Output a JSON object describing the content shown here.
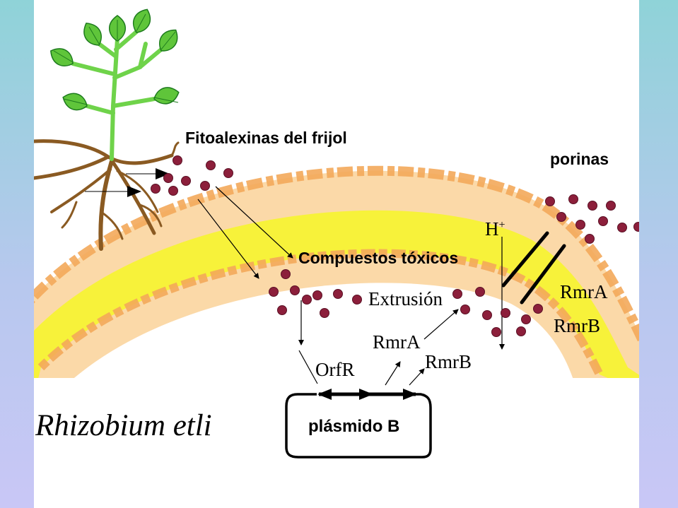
{
  "labels": {
    "fitoalexinas": "Fitoalexinas del frijol",
    "porinas": "porinas",
    "compuestos": "Compuestos tóxicos",
    "extrusion": "Extrusión",
    "h_base": "H",
    "h_sup": "+",
    "rmra_membrane": "RmrA",
    "rmrb_membrane": "RmrB",
    "rmra_cyto": "RmrA",
    "rmrb_cyto": "RmrB",
    "orfr": "OrfR",
    "plasmid": "plásmido B",
    "species": "Rhizobium etli"
  },
  "colors": {
    "membrane_yellow": "#f7f23a",
    "membrane_orange": "#f3a85a",
    "molecule": "#8c1f3b",
    "leaf": "#5fc53a",
    "stem": "#6fd34a",
    "root": "#8a5a22",
    "side_gradient_top": "#8fd3d8",
    "side_gradient_bottom": "#c9c7f6"
  }
}
